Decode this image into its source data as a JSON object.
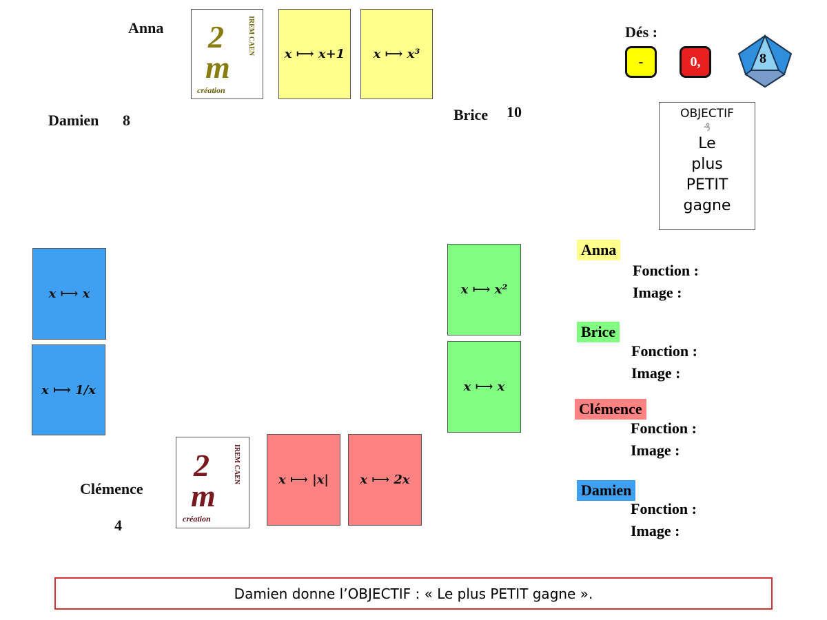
{
  "players": {
    "anna": {
      "name": "Anna"
    },
    "brice": {
      "name": "Brice",
      "score": "10"
    },
    "clemence": {
      "name": "Clémence",
      "score": "4"
    },
    "damien": {
      "name": "Damien",
      "score": "8"
    }
  },
  "logo": {
    "text": "IREM CAEN",
    "sub": "création"
  },
  "cards": {
    "anna": [
      "x ⟼ x+1",
      "x ⟼ x³"
    ],
    "brice": [
      "x ⟼ x²",
      "x ⟼ x"
    ],
    "clemence": [
      "x ⟼ |x|",
      "x ⟼ 2x"
    ],
    "damien": [
      "x ⟼ x",
      "x ⟼ 1/x"
    ]
  },
  "dice": {
    "label": "Dés :",
    "d1": "-",
    "d2": "0,",
    "d3": "8"
  },
  "objective": {
    "title": "OBJECTIF",
    "lines": [
      "Le",
      "plus",
      "PETIT",
      "gagne"
    ]
  },
  "panel": {
    "fonction": "Fonction :",
    "image": "Image :"
  },
  "colors": {
    "anna": "#ffff8c",
    "brice": "#82ff82",
    "clemence": "#ff8282",
    "damien": "#3fa0f2"
  },
  "message": "Damien donne l’OBJECTIF : « Le plus PETIT gagne »."
}
